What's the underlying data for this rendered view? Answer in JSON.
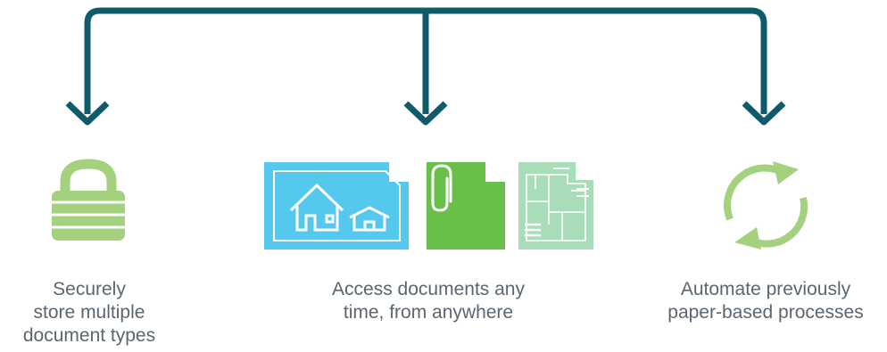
{
  "colors": {
    "connector": "#0f5a6b",
    "lock": "#a3d17e",
    "blueprint": "#55c8ee",
    "paperclip_doc": "#6abf4b",
    "floorplan_doc": "#a9dcb8",
    "cycle": "#a3d17e",
    "caption_text": "#5b6670"
  },
  "icons": {
    "lock": "padlock-icon",
    "blueprint": "house-blueprint-document-icon",
    "attachment": "paperclip-document-icon",
    "floorplan": "floorplan-document-icon",
    "cycle": "circular-arrows-icon"
  },
  "items": [
    {
      "name": "secure",
      "caption_lines": [
        "Securely",
        "store multiple",
        "document types"
      ]
    },
    {
      "name": "access",
      "caption_lines": [
        "Access documents any",
        "time, from anywhere"
      ]
    },
    {
      "name": "automate",
      "caption_lines": [
        "Automate previously",
        "paper-based processes"
      ]
    }
  ]
}
